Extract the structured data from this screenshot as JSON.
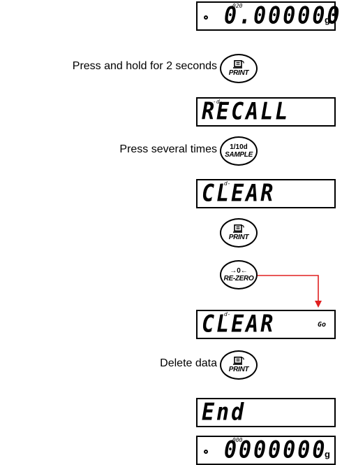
{
  "displays": {
    "start": {
      "small": "020",
      "main": "0.000000",
      "unit": "g"
    },
    "recall": {
      "small": "-d-",
      "main": "RECALL"
    },
    "clear1": {
      "small": "-d-",
      "main": "CLEAR"
    },
    "clear2": {
      "small": "-d-",
      "main": "CLEAR",
      "go": "Go"
    },
    "end": {
      "main": "End"
    },
    "final": {
      "small": "000",
      "main": "0000000",
      "unit": "g"
    }
  },
  "buttons": {
    "print_label": "PRINT",
    "sample_top": "1/10d",
    "sample_label": "SAMPLE",
    "rezero_top": "→0←",
    "rezero_label": "RE-ZERO"
  },
  "instructions": {
    "hold": "Press and hold for 2 seconds",
    "several": "Press several times",
    "delete": "Delete data"
  },
  "colors": {
    "arrow": "#e02020"
  }
}
